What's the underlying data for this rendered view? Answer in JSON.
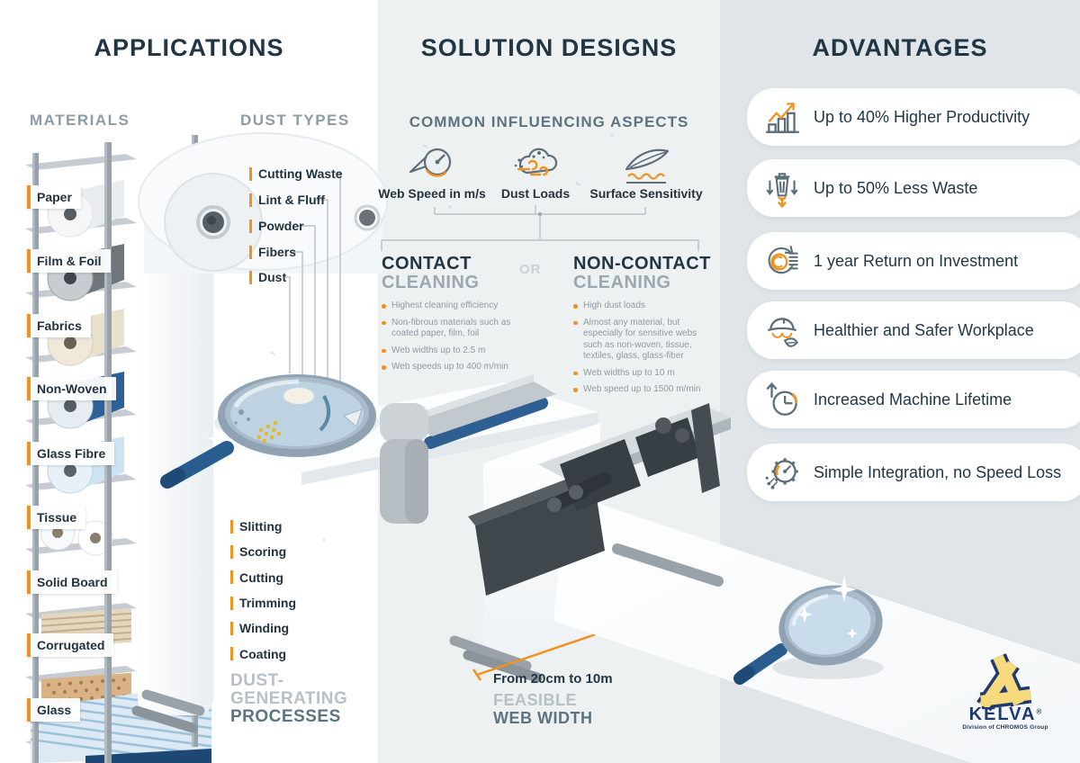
{
  "applications": {
    "title": "APPLICATIONS",
    "materials": {
      "heading": "MATERIALS",
      "items": [
        "Paper",
        "Film & Foil",
        "Fabrics",
        "Non-Woven",
        "Glass Fibre",
        "Tissue",
        "Solid Board",
        "Corrugated",
        "Glass"
      ]
    },
    "dust_types": {
      "heading": "DUST TYPES",
      "items": [
        "Cutting Waste",
        "Lint & Fluff",
        "Powder",
        "Fibers",
        "Dust"
      ]
    },
    "processes": {
      "items": [
        "Slitting",
        "Scoring",
        "Cutting",
        "Trimming",
        "Winding",
        "Coating"
      ],
      "caption_line1": "DUST-",
      "caption_line2": "GENERATING",
      "caption_line3": "PROCESSES"
    }
  },
  "solutions": {
    "title": "SOLUTION DESIGNS",
    "aspects": {
      "heading": "COMMON INFLUENCING ASPECTS",
      "items": [
        {
          "label": "Web Speed in m/s",
          "icon": "speedometer-icon"
        },
        {
          "label": "Dust Loads",
          "icon": "dust-cloud-icon"
        },
        {
          "label": "Surface Sensitivity",
          "icon": "feather-icon"
        }
      ]
    },
    "or_label": "OR",
    "contact": {
      "title": "CONTACT",
      "subtitle": "CLEANING",
      "bullets": [
        "Highest cleaning efficiency",
        "Non-fibrous materials such as coated paper, film, foil",
        "Web widths up to 2.5 m",
        "Web speeds up to 400 m/min"
      ]
    },
    "non_contact": {
      "title": "NON-CONTACT",
      "subtitle": "CLEANING",
      "bullets": [
        "High dust loads",
        "Almost any material, but especially for sensitive webs such as non-woven, tissue, textiles, glass, glass-fiber",
        "Web widths up to 10 m",
        "Web speed up to 1500 m/min"
      ]
    },
    "web_width": {
      "measure": "From 20cm to 10m",
      "caption_line1": "FEASIBLE",
      "caption_line2": "WEB WIDTH"
    }
  },
  "advantages": {
    "title": "ADVANTAGES",
    "items": [
      {
        "label": "Up to 40% Higher Productivity",
        "icon": "productivity-chart-icon"
      },
      {
        "label": "Up to 50% Less Waste",
        "icon": "waste-bin-icon"
      },
      {
        "label": "1 year Return on Investment",
        "icon": "roi-coin-icon"
      },
      {
        "label": "Healthier and Safer Workplace",
        "icon": "safety-helmet-icon"
      },
      {
        "label": "Increased Machine Lifetime",
        "icon": "clock-up-arrow-icon"
      },
      {
        "label": "Simple Integration, no Speed Loss",
        "icon": "gear-gauge-icon"
      }
    ]
  },
  "logo": {
    "name": "KELVA",
    "registered": "®",
    "tagline": "Division of CHROMOS Group"
  },
  "colors": {
    "navy": "#223543",
    "slate": "#5d7480",
    "light_gray": "#b7c0c7",
    "orange": "#f0921e",
    "panel_mid": "#eef1f2",
    "panel_right": "#dfe5e8",
    "logo_navy": "#1e3a6e",
    "logo_yellow": "#f7da7e",
    "blue": "#2e5f92"
  }
}
